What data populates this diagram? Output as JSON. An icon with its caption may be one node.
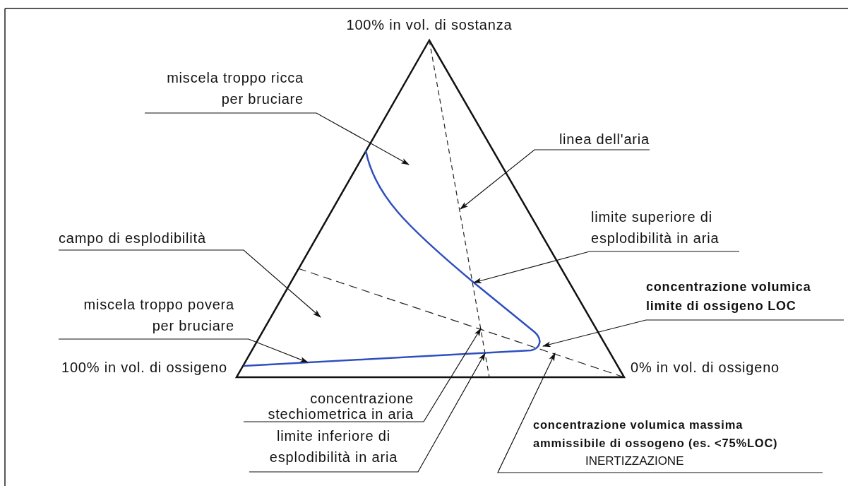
{
  "diagram": {
    "nodes": [
      {
        "text": [
          "miscela troppo ricca per bruciare"
        ]
      },
      {
        "text": [
          "linea dell'aria"
        ]
      },
      {
        "text": [
          "limite superiore di esplodibilità in aria"
        ]
      },
      {
        "text": [
          "campo di esplodibilità"
        ]
      },
      {
        "text": [
          "concentrazione volumica limite di ossigeno LOC"
        ]
      },
      {
        "text": [
          "miscela troppo povera per bruciare"
        ]
      },
      {
        "text": [
          "concentrazione stechiometrica in aria"
        ]
      },
      {
        "text": [
          "limite inferiore di esplodibilità in aria"
        ]
      },
      {
        "text": [
          "concentrazione volumica massima ammissibile di ossogeno (es. <75%LOC)",
          "INERTIZZAZIONE"
        ]
      }
    ],
    "edges": [
      {
        "from": 0,
        "to": null,
        "arrow": "to"
      },
      {
        "from": 1,
        "to": null,
        "arrow": "to"
      },
      {
        "from": 2,
        "to": null,
        "arrow": "to"
      },
      {
        "from": 3,
        "to": null,
        "arrow": "to"
      },
      {
        "from": 4,
        "to": null,
        "arrow": "to"
      },
      {
        "from": 5,
        "to": null,
        "arrow": "to"
      },
      {
        "from": 6,
        "to": null,
        "arrow": "to"
      },
      {
        "from": 7,
        "to": null,
        "arrow": "to"
      },
      {
        "from": 8,
        "to": null,
        "arrow": "to"
      }
    ],
    "labels": [
      "100% in vol. di sostanza",
      "100% in vol. di ossigeno",
      "0% in vol. di ossigeno"
    ]
  }
}
